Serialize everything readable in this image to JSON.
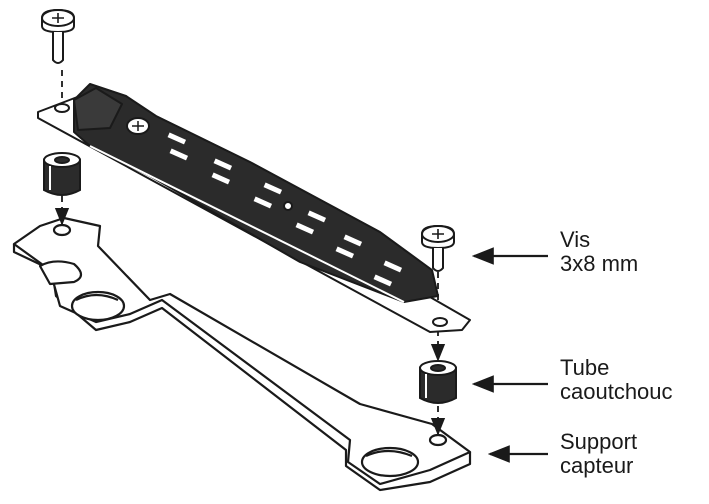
{
  "callouts": {
    "screw": {
      "line1": "Vis",
      "line2": "3x8 mm"
    },
    "tube": {
      "line1": "Tube",
      "line2": "caoutchouc"
    },
    "bracket": {
      "line1": "Support",
      "line2": "capteur"
    }
  },
  "colors": {
    "ink": "#1a1a1a",
    "fill": "#ffffff",
    "bar": "#2b2b2b",
    "slot": "#ffffff"
  },
  "icons": [
    "phillips-screw-icon",
    "rubber-tube-icon",
    "sensor-bar-icon",
    "bracket-plate-icon",
    "arrow-icon"
  ]
}
